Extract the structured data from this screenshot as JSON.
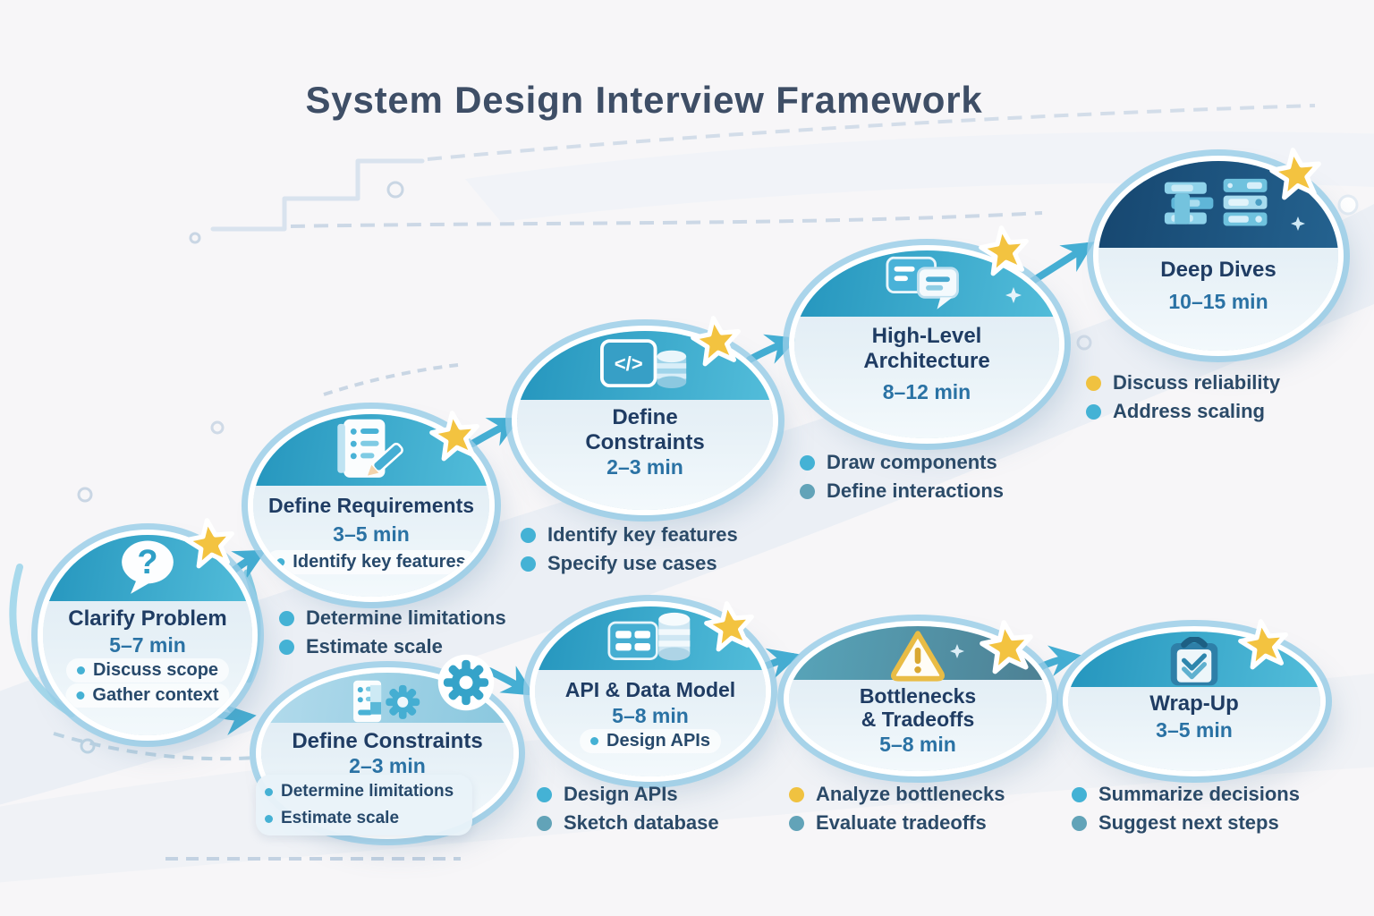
{
  "header": {
    "title": "System Design Interview Framework"
  },
  "colors": {
    "background": "#f7f6f8",
    "teal_band": "#2f9fc4",
    "navy_band": "#1a4a73",
    "light_band": "#a9d6ea",
    "slate_band": "#559aae",
    "node_body": "#e2edf5",
    "title_text": "#3e4e66",
    "node_title_text": "#1f3c63",
    "duration_text": "#2a72a4",
    "bullet_text": "#2b4a68",
    "bullet_teal": "#44b2d5",
    "bullet_yellow": "#f0c240",
    "bullet_slate": "#62a3b8",
    "arrow": "#45aed3",
    "star": "#f3c340"
  },
  "icons": {
    "question_glyph": "?",
    "code_glyph": "</>"
  },
  "nodes": [
    {
      "id": "clarify-problem",
      "icon": "question-bubble-icon",
      "badge": "star-icon",
      "title_lines": [
        "Clarify Problem"
      ],
      "duration": "5–7 min",
      "pill_bullets": [
        "Discuss scope",
        "Gather context"
      ],
      "list_bullets": []
    },
    {
      "id": "define-requirements",
      "icon": "checklist-pencil-icon",
      "badge": "star-icon",
      "title_lines": [
        "Define Requirements"
      ],
      "duration": "3–5 min",
      "pill_bullets": [
        "Identify key features"
      ],
      "list_bullets": [
        {
          "text": "Determine limitations",
          "color": "#44b2d5"
        },
        {
          "text": "Estimate scale",
          "color": "#44b2d5"
        }
      ]
    },
    {
      "id": "define-constraints",
      "icon": "code-database-icon",
      "badge": "star-icon",
      "title_lines": [
        "Define",
        "Constraints"
      ],
      "duration": "2–3 min",
      "pill_bullets": [],
      "list_bullets": [
        {
          "text": "Identify key features",
          "color": "#44b2d5"
        },
        {
          "text": "Specify use cases",
          "color": "#44b2d5"
        }
      ]
    },
    {
      "id": "high-level-architecture",
      "icon": "chat-messages-icon",
      "badge": "star-icon",
      "title_lines": [
        "High-Level",
        "Architecture"
      ],
      "duration": "8–12 min",
      "pill_bullets": [],
      "list_bullets": [
        {
          "text": "Draw components",
          "color": "#44b2d5"
        },
        {
          "text": "Define interactions",
          "color": "#62a3b8"
        }
      ]
    },
    {
      "id": "deep-dives",
      "icon": "server-racks-icon",
      "badge": "star-icon",
      "title_lines": [
        "Deep Dives"
      ],
      "duration": "10–15 min",
      "pill_bullets": [],
      "list_bullets": [
        {
          "text": "Discuss reliability",
          "color": "#f0c240"
        },
        {
          "text": "Address scaling",
          "color": "#44b2d5"
        }
      ]
    },
    {
      "id": "define-constraints-2",
      "icon": "document-gear-icon",
      "badge": "gear-icon",
      "title_lines": [
        "Define Constraints"
      ],
      "duration": "2–3 min",
      "pill_bullets": [
        "Determine limitations",
        "Estimate scale"
      ],
      "list_bullets": []
    },
    {
      "id": "api-data-model",
      "icon": "table-database-icon",
      "badge": "star-icon",
      "title_lines": [
        "API & Data Model"
      ],
      "duration": "5–8 min",
      "pill_bullets": [
        "Design APIs"
      ],
      "list_bullets": [
        {
          "text": "Design APIs",
          "color": "#44b2d5"
        },
        {
          "text": "Sketch database",
          "color": "#62a3b8"
        }
      ]
    },
    {
      "id": "bottlenecks-tradeoffs",
      "icon": "warning-triangle-icon",
      "badge": "star-icon",
      "title_lines": [
        "Bottlenecks",
        "& Tradeoffs"
      ],
      "duration": "5–8 min",
      "pill_bullets": [],
      "list_bullets": [
        {
          "text": "Analyze bottlenecks",
          "color": "#f0c240"
        },
        {
          "text": "Evaluate tradeoffs",
          "color": "#62a3b8"
        }
      ]
    },
    {
      "id": "wrap-up",
      "icon": "clipboard-check-icon",
      "badge": "star-icon",
      "title_lines": [
        "Wrap-Up"
      ],
      "duration": "3–5 min",
      "pill_bullets": [],
      "list_bullets": [
        {
          "text": "Summarize decisions",
          "color": "#44b2d5"
        },
        {
          "text": "Suggest next steps",
          "color": "#62a3b8"
        }
      ]
    }
  ]
}
